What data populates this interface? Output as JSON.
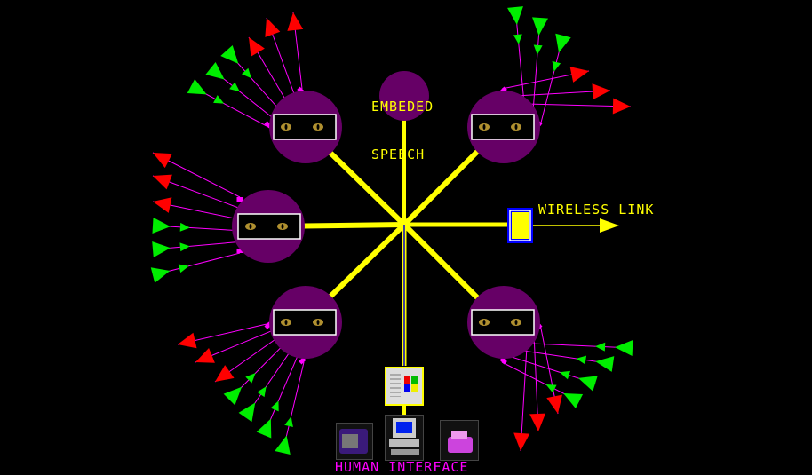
{
  "labels": {
    "embedded_speech_line1": "EMBEDED",
    "embedded_speech_line2": "SPEECH",
    "wireless_link": "WIRELESS LINK",
    "human_interface": "HUMAN INTERFACE"
  },
  "colors": {
    "background": "#000000",
    "node": "#660066",
    "bus": "#ffff00",
    "link": "#ff00ff",
    "outbound_arrow": "#ff0000",
    "inbound_arrow": "#00ee00",
    "label_yellow": "#ffff00",
    "label_magenta": "#ff00ff"
  },
  "nodes": [
    {
      "id": "top-left",
      "outbound": 3,
      "inbound": 3
    },
    {
      "id": "top-right",
      "outbound": 3,
      "inbound": 3
    },
    {
      "id": "left",
      "outbound": 3,
      "inbound": 3
    },
    {
      "id": "bottom-left",
      "outbound": 3,
      "inbound": 4
    },
    {
      "id": "bottom-right",
      "outbound": 3,
      "inbound": 4
    }
  ],
  "icons": [
    "windows-logo-icon",
    "monitor-icon",
    "computer-icon",
    "printer-icon",
    "wireless-transmitter-icon"
  ]
}
